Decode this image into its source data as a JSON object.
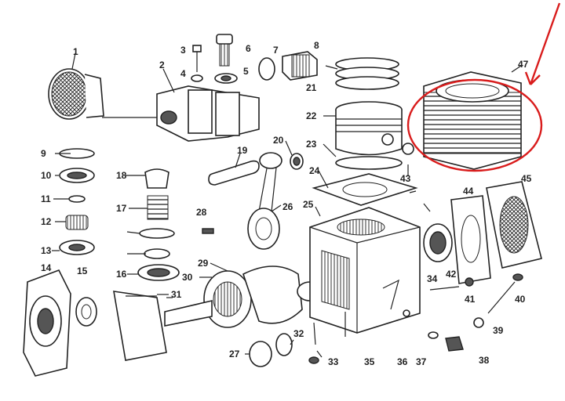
{
  "labels": [
    "1",
    "2",
    "3",
    "4",
    "5",
    "6",
    "7",
    "8",
    "9",
    "10",
    "11",
    "12",
    "13",
    "14",
    "15",
    "16",
    "17",
    "18",
    "19",
    "20",
    "21",
    "22",
    "23",
    "24",
    "25",
    "26",
    "27",
    "28",
    "29",
    "30",
    "31",
    "32",
    "33",
    "34",
    "35",
    "36",
    "37",
    "38",
    "39",
    "40",
    "41",
    "42",
    "43",
    "44",
    "45",
    "47"
  ],
  "highlight_color": "#d91c1c",
  "ink_color": "#222222"
}
